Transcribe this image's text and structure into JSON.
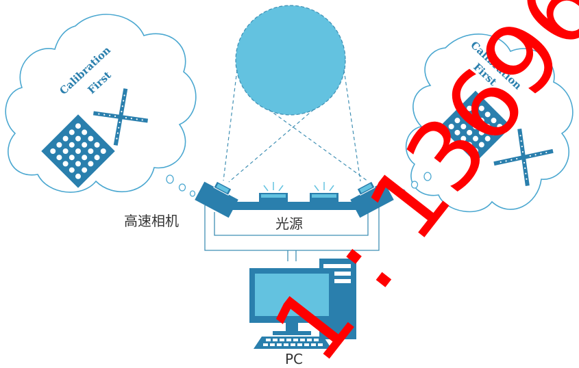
{
  "labels": {
    "camera": "高速相机",
    "light_source": "光源",
    "pc": "PC",
    "calibration_left_line1": "Calibration",
    "calibration_left_line2": "First",
    "calibration_right_line1": "Calibration",
    "calibration_right_line2": "First"
  },
  "watermark": {
    "text": "1 : 13696",
    "color": "#ff0000"
  },
  "colors": {
    "sphere": "#63c2e0",
    "equipment": "#2a7fad",
    "equipment_light": "#63c2e0",
    "cloud_outline": "#4aa7d0",
    "label_text": "#333333"
  }
}
